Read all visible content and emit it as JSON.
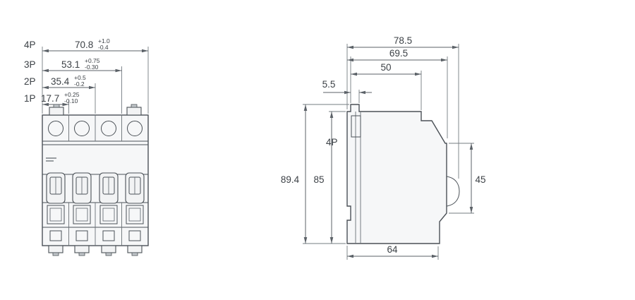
{
  "front_view": {
    "dims": [
      {
        "label": "4P",
        "value": "70.8",
        "tol_plus": "+1.0",
        "tol_minus": "-0.4"
      },
      {
        "label": "3P",
        "value": "53.1",
        "tol_plus": "+0.75",
        "tol_minus": "-0.30"
      },
      {
        "label": "2P",
        "value": "35.4",
        "tol_plus": "+0.5",
        "tol_minus": "-0.2"
      },
      {
        "label": "1P",
        "value": "17.7",
        "tol_plus": "+0.25",
        "tol_minus": "-0.10"
      }
    ]
  },
  "side_view": {
    "pole_label": "4P",
    "overall_depth": "78.5",
    "body_depth": "69.5",
    "top_depth": "50",
    "clip_tab": "5.5",
    "overall_height": "89.4",
    "body_height": "85",
    "front_height": "45",
    "base_depth": "64"
  },
  "colors": {
    "line": "#5b6167",
    "body_stroke": "#4b5157",
    "body_fill": "#f6f7f8",
    "text": "#3c4146"
  }
}
